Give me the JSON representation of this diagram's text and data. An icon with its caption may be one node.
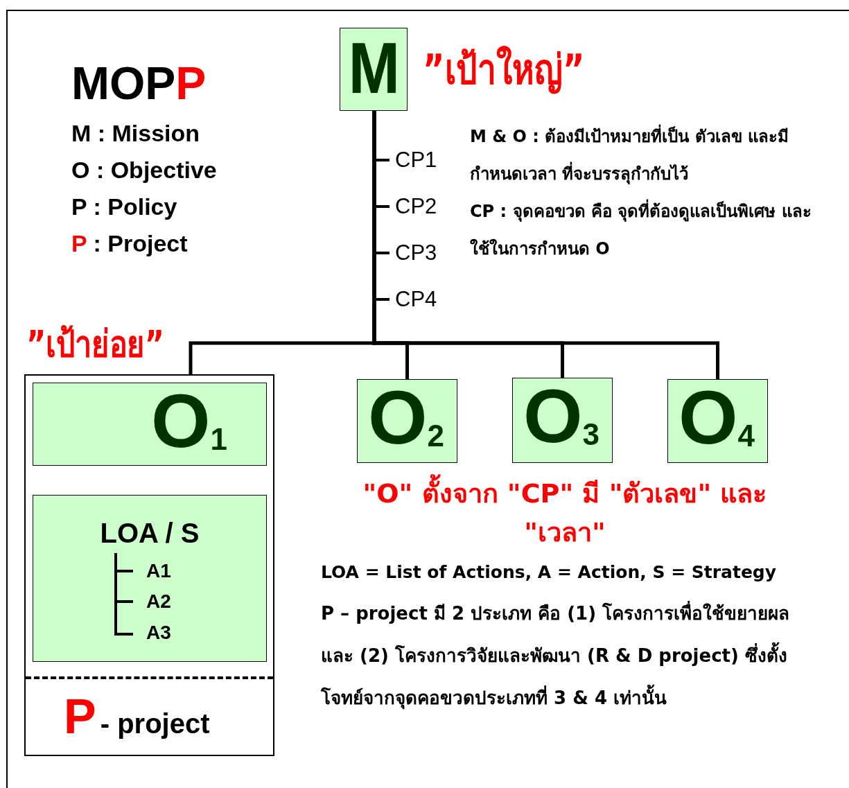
{
  "diagram": {
    "title": "MOPP",
    "nodes": [
      {
        "text": [
          "M"
        ],
        "beside": [
          "”เป้าใหญ่”"
        ]
      },
      {
        "text": [
          "”เป้าย่อย”"
        ]
      },
      {
        "text": [
          "O$_{1}$"
        ],
        "in": 1
      },
      {
        "text": [
          "LOA / S",
          "A1",
          "A2",
          "A3"
        ],
        "in": 1
      },
      {
        "text": [
          "P",
          "- project"
        ],
        "in": 1
      },
      {
        "text": [
          "O$_{2}$"
        ]
      },
      {
        "text": [
          "O$_{3}$"
        ]
      },
      {
        "text": [
          "O$_{4}$"
        ]
      }
    ],
    "edges": [
      {
        "from": 0,
        "to": 1,
        "arrow": "none"
      },
      {
        "from": 0,
        "to": 5,
        "arrow": "none"
      },
      {
        "from": 0,
        "to": 6,
        "arrow": "none"
      },
      {
        "from": 0,
        "to": 7,
        "arrow": "none"
      }
    ],
    "labels": [
      "M : Mission",
      "O : Objective",
      "P : Policy",
      "P : Project",
      "CP1",
      "CP2",
      "CP3",
      "CP4",
      "M & O  :  ต้องมีเป้าหมายที่เป็น ตัวเลข และมีกำหนดเวลา  ที่จะบรรลุกำกับไว้",
      "CP :  จุดคอขวด  คือ จุดที่ต้องดูแลเป็นพิเศษ และใช้ในการกำหนด  O",
      "\"O\" ตั้งจาก \"CP\" มี \"ตัวเลข\" และ \"เวลา\"",
      "LOA = List of Actions,  A = Action, S = Strategy",
      "P – project มี 2 ประเภท คือ (1) โครงการเพื่อใช้ขยายผล และ (2) โครงการวิจัยและพัฒนา (R & D project) ซึ่งตั้งโจทย์จากจุดคอขวดประเภทที่ 3 & 4 เท่านั้น"
    ]
  }
}
